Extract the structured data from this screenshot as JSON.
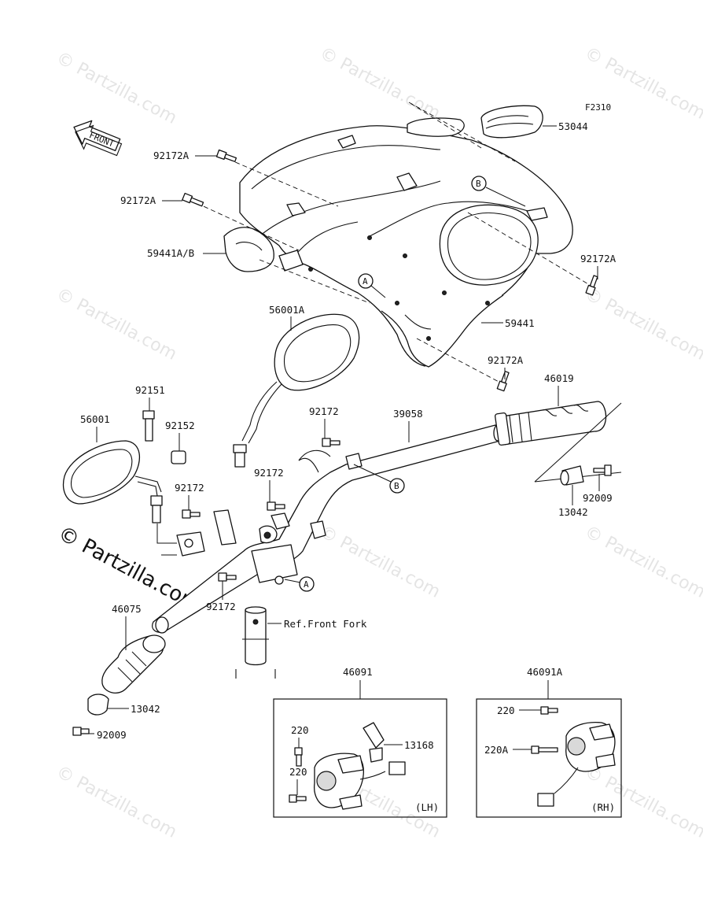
{
  "figure_code": "F2310",
  "front_label": "FRONT",
  "watermark_text": "© Partzilla.com",
  "parts": {
    "p53044": "53044",
    "p92172A_1": "92172A",
    "p92172A_2": "92172A",
    "p59441AB": "59441A/B",
    "p92172A_3": "92172A",
    "p59441": "59441",
    "p56001A": "56001A",
    "p92172A_4": "92172A",
    "p46019": "46019",
    "p92151": "92151",
    "p56001": "56001",
    "p92152": "92152",
    "p92172_1": "92172",
    "p39058": "39058",
    "p92172_2": "92172",
    "p92172_3": "92172",
    "p92009_1": "92009",
    "p13042_1": "13042",
    "p92172_4": "92172",
    "p46075": "46075",
    "ref_front_fork": "Ref.Front Fork",
    "p13042_2": "13042",
    "p92009_2": "92009",
    "p46091": "46091",
    "p46091A": "46091A",
    "p220_1": "220",
    "p13168": "13168",
    "p220_2": "220",
    "p220_3": "220",
    "p220A": "220A"
  },
  "callouts": {
    "a1": "A",
    "a2": "A",
    "b1": "B",
    "b2": "B"
  },
  "boxes": {
    "lh": "(LH)",
    "rh": "(RH)"
  }
}
